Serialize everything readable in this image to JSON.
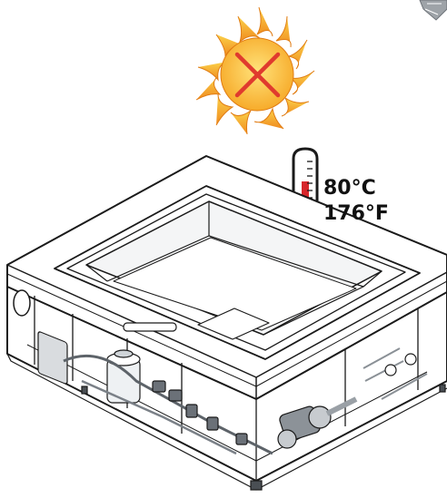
{
  "illustration": {
    "warning_symbol": "no-direct-sunlight",
    "sun_icon": "sun-icon",
    "prohibition_mark": "red-x-icon",
    "thermometer_icon": "thermometer-icon",
    "equipment": "spa-tub-with-pump-and-plumbing"
  },
  "temperature": {
    "celsius": "80°C",
    "fahrenheit": "176°F"
  },
  "colors": {
    "sun_outer": "#f5a623",
    "sun_inner": "#fbd24a",
    "cross": "#e03a2e",
    "mercury": "#d7262b",
    "outline": "#1a1a1a"
  }
}
